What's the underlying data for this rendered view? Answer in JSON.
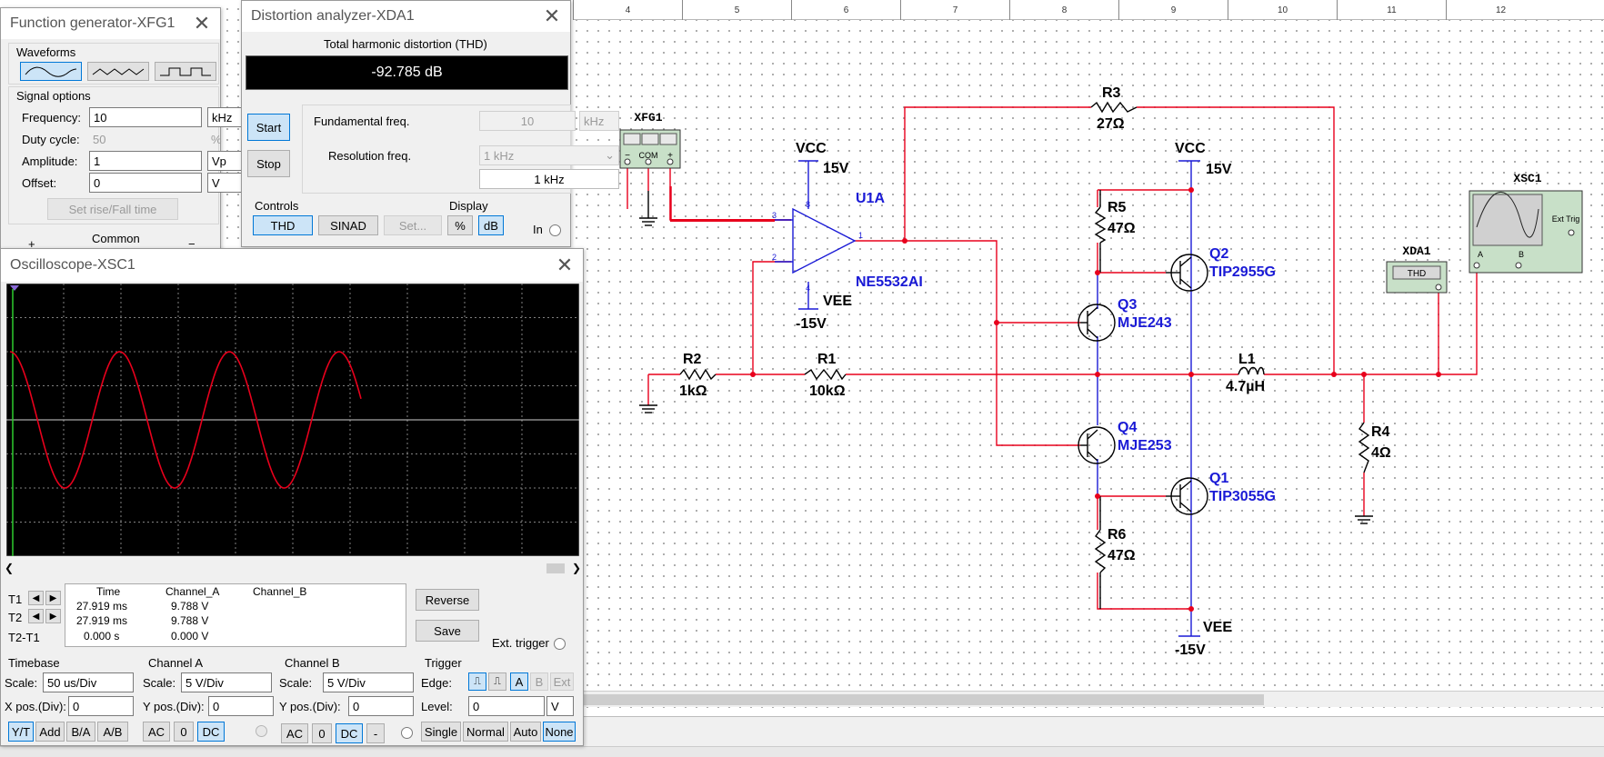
{
  "ruler": {
    "ticks": [
      "4",
      "5",
      "6",
      "7",
      "8",
      "9",
      "10",
      "11",
      "12"
    ]
  },
  "schematic": {
    "xfg1_label": "XFG1",
    "xfg1_com": "COM",
    "xfg1_minus": "−",
    "xfg1_plus": "+",
    "vcc1": "VCC",
    "vcc1_val": "15V",
    "vee1": "VEE",
    "vee1_val": "-15V",
    "pin3": "3",
    "pin2": "2",
    "pin8": "8",
    "pin4": "4",
    "pin1": "1",
    "u1a": "U1A",
    "opamp_part": "NE5532AI",
    "r3": "R3",
    "r3_val": "27Ω",
    "vcc2": "VCC",
    "vcc2_val": "15V",
    "r5": "R5",
    "r5_val": "47Ω",
    "q2": "Q2",
    "q2_part": "TIP2955G",
    "q3": "Q3",
    "q3_part": "MJE243",
    "r2": "R2",
    "r2_val": "1kΩ",
    "r1": "R1",
    "r1_val": "10kΩ",
    "l1": "L1",
    "l1_val": "4.7µH",
    "q4": "Q4",
    "q4_part": "MJE253",
    "q1": "Q1",
    "q1_part": "TIP3055G",
    "r6": "R6",
    "r6_val": "47Ω",
    "vee2": "VEE",
    "vee2_val": "-15V",
    "r4": "R4",
    "r4_val": "4Ω",
    "xda1_label": "XDA1",
    "xda1_thd": "THD",
    "xsc1_label": "XSC1",
    "xsc1_ext": "Ext Trig",
    "xsc1_a": "A",
    "xsc1_b": "B"
  },
  "funcgen": {
    "title": "Function generator-XFG1",
    "waveforms_label": "Waveforms",
    "signal_options_label": "Signal options",
    "frequency_label": "Frequency:",
    "frequency_value": "10",
    "frequency_unit": "kHz",
    "duty_label": "Duty cycle:",
    "duty_value": "50",
    "duty_unit": "%",
    "amplitude_label": "Amplitude:",
    "amplitude_value": "1",
    "amplitude_unit": "Vp",
    "offset_label": "Offset:",
    "offset_value": "0",
    "offset_unit": "V",
    "rise_fall_button": "Set rise/Fall time",
    "common_plus": "+",
    "common_label": "Common",
    "common_minus": "−"
  },
  "distortion": {
    "title": "Distortion analyzer-XDA1",
    "thd_header": "Total harmonic distortion (THD)",
    "thd_value": "-92.785 dB",
    "start_button": "Start",
    "stop_button": "Stop",
    "fund_label": "Fundamental freq.",
    "fund_value": "10",
    "fund_unit": "kHz",
    "res_label": "Resolution freq.",
    "res_select": "1 kHz",
    "res_value": "1 kHz",
    "controls_label": "Controls",
    "thd_button": "THD",
    "sinad_button": "SINAD",
    "set_button": "Set...",
    "display_label": "Display",
    "pct_button": "%",
    "db_button": "dB",
    "in_label": "In"
  },
  "scope": {
    "title": "Oscilloscope-XSC1",
    "t1_label": "T1",
    "t2_label": "T2",
    "t2t1_label": "T2-T1",
    "col_time": "Time",
    "col_a": "Channel_A",
    "col_b": "Channel_B",
    "rows": [
      {
        "time": "27.919 ms",
        "a": "9.788 V",
        "b": ""
      },
      {
        "time": "27.919 ms",
        "a": "9.788 V",
        "b": ""
      },
      {
        "time": "0.000 s",
        "a": "0.000 V",
        "b": ""
      }
    ],
    "reverse_button": "Reverse",
    "save_button": "Save",
    "ext_trigger_label": "Ext. trigger",
    "timebase_label": "Timebase",
    "tb_scale_label": "Scale:",
    "tb_scale_value": "50 us/Div",
    "xpos_label": "X pos.(Div):",
    "xpos_value": "0",
    "yt_button": "Y/T",
    "add_button": "Add",
    "ba_button": "B/A",
    "ab_button": "A/B",
    "cha_label": "Channel A",
    "cha_scale_label": "Scale:",
    "cha_scale_value": "5  V/Div",
    "cha_ypos_label": "Y pos.(Div):",
    "cha_ypos_value": "0",
    "cha_ac": "AC",
    "cha_zero": "0",
    "cha_dc": "DC",
    "chb_label": "Channel B",
    "chb_scale_label": "Scale:",
    "chb_scale_value": "5  V/Div",
    "chb_ypos_label": "Y pos.(Div):",
    "chb_ypos_value": "0",
    "chb_ac": "AC",
    "chb_zero": "0",
    "chb_dc": "DC",
    "chb_minus": "-",
    "trigger_label": "Trigger",
    "edge_label": "Edge:",
    "trig_a": "A",
    "trig_b": "B",
    "trig_ext": "Ext",
    "level_label": "Level:",
    "level_value": "0",
    "level_unit": "V",
    "single_button": "Single",
    "normal_button": "Normal",
    "auto_button": "Auto",
    "none_button": "None"
  },
  "chart_data": {
    "type": "line",
    "series": [
      {
        "values_desc": "sine",
        "amplitude_div": 2.0,
        "periods": 3.2
      }
    ],
    "grid_divisions": [
      10,
      8
    ],
    "grid": true
  },
  "colors": {
    "wire": "#e8001c",
    "component": "#1a1ad6",
    "trace": "#e8001c",
    "screen": "#000000",
    "grid": "#808080"
  }
}
